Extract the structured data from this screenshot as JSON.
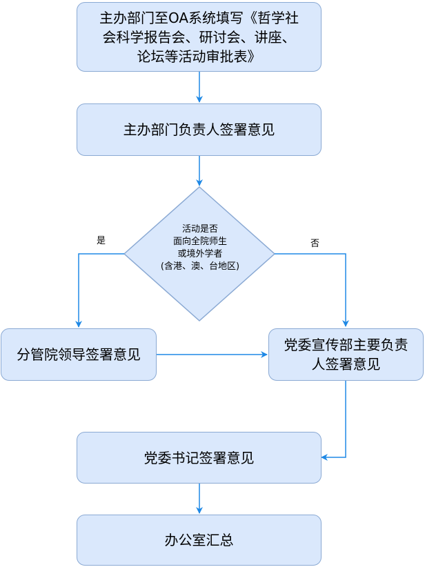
{
  "nodes": {
    "n1": {
      "line1": "主办部门至OA系统填写《哲学社",
      "line2": "会科学报告会、研讨会、讲座、",
      "line3": "论坛等活动审批表》"
    },
    "n2": {
      "text": "主办部门负责人签署意见"
    },
    "decision": {
      "line1": "活动是否",
      "line2": "面向全院师生",
      "line3": "或境外学者",
      "line4": "(含港、澳、台地区)"
    },
    "n3": {
      "text": "分管院领导签署意见"
    },
    "n4": {
      "line1": "党委宣传部主要负责",
      "line2": "人签署意见"
    },
    "n5": {
      "text": "党委书记签署意见"
    },
    "n6": {
      "text": "办公室汇总"
    }
  },
  "edge_labels": {
    "yes": "是",
    "no": "否"
  },
  "colors": {
    "node_fill": "#dae8fc",
    "node_stroke": "#8aa9d3",
    "connector": "#1e88e5"
  }
}
